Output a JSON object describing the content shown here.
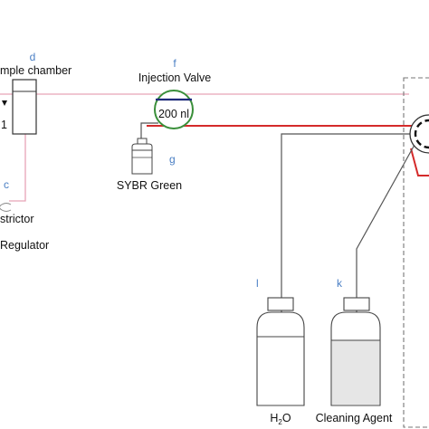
{
  "colors": {
    "letter": "#4a7fc4",
    "red": "#d42a2a",
    "pink": "#e7a3b7",
    "line": "#555555",
    "valve_bar": "#1f2a7a",
    "valve_ring": "#3a8f3a",
    "dashed_frame": "#777777"
  },
  "components": {
    "sample_chamber": {
      "letter": "d",
      "label": "mple chamber"
    },
    "pressure_fragment": {
      "label": "1"
    },
    "restrictor": {
      "letter": "c",
      "label": "strictor"
    },
    "regulator": {
      "label": "Regulator"
    },
    "injection_valve": {
      "letter": "f",
      "label": "Injection Valve",
      "volume": "200 nl"
    },
    "dye": {
      "letter": "g",
      "label": "SYBR Green"
    },
    "water": {
      "letter": "l",
      "label_main": "H",
      "label_sub": "2",
      "label_tail": "O"
    },
    "cleaning": {
      "letter": "k",
      "label": "Cleaning Agent"
    }
  },
  "icons": [
    "sample-chamber-icon",
    "injection-valve-icon",
    "dye-bottle-icon",
    "water-bottle-icon",
    "cleaning-bottle-icon",
    "selector-valve-icon",
    "restrictor-coil-icon"
  ]
}
